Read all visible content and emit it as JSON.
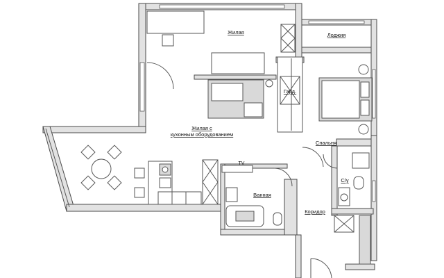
{
  "rooms": {
    "living_top": "Жилая",
    "loggia": "Лоджия",
    "wardrobe": "Гард.",
    "living_kitchen_line1": "Жилая с",
    "living_kitchen_line2": "кухонным оборудованием",
    "bedroom": "Спальня",
    "tv": "TV",
    "bathroom": "Ванная",
    "wc": "С/у",
    "corridor": "Коридор"
  },
  "colors": {
    "wall_fill": "#e2e2e2",
    "line": "#555555",
    "furniture_fill": "#d9d9d9",
    "background": "#ffffff"
  }
}
